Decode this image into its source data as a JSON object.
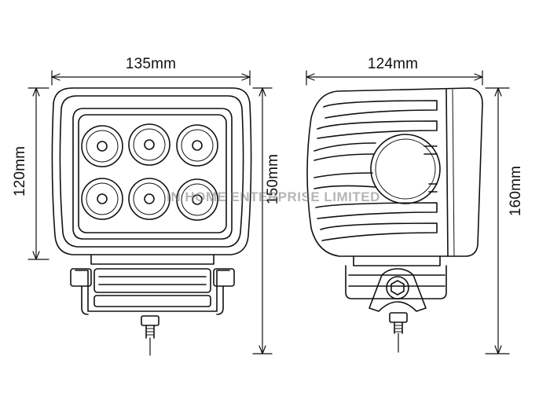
{
  "dimensions": {
    "front_width": "135mm",
    "front_height": "120mm",
    "front_height_overall": "150mm",
    "side_width": "124mm",
    "side_height": "160mm"
  },
  "watermark": "IN HOME ENTERPRISE LIMITED",
  "front_view": {
    "led_count": 6,
    "led_grid": "2 rows x 3 columns"
  },
  "colors": {
    "line": "#111111",
    "background": "#ffffff"
  }
}
